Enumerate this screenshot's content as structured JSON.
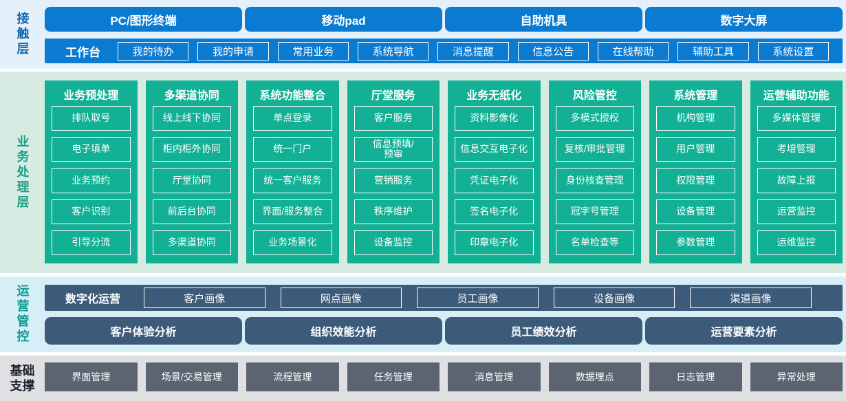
{
  "colors": {
    "accent_blue": "#0b7ad1",
    "accent_green": "#12b094",
    "accent_slate": "#3c5b7b",
    "accent_gray": "#5b6470",
    "band_contact_bg": "#e4f1fb",
    "band_business_bg": "#d8ebe3",
    "band_ops_bg": "#d6eef6",
    "band_foundation_bg": "#dfe0e2"
  },
  "contact_layer": {
    "label": "接触层",
    "terminals": [
      "PC/图形终端",
      "移动pad",
      "自助机具",
      "数字大屏"
    ],
    "workbench": {
      "label": "工作台",
      "items": [
        "我的待办",
        "我的申请",
        "常用业务",
        "系统导航",
        "消息提醒",
        "信息公告",
        "在线帮助",
        "辅助工具",
        "系统设置"
      ]
    }
  },
  "business_layer": {
    "label": "业务处理层",
    "columns": [
      {
        "title": "业务预处理",
        "items": [
          "排队取号",
          "电子填单",
          "业务预约",
          "客户识别",
          "引导分流"
        ]
      },
      {
        "title": "多渠道协同",
        "items": [
          "线上线下协同",
          "柜内柜外协同",
          "厅堂协同",
          "前后台协同",
          "多渠道协同"
        ]
      },
      {
        "title": "系统功能整合",
        "items": [
          "单点登录",
          "统一门户",
          "统一客户服务",
          "界面/服务整合",
          "业务场景化"
        ]
      },
      {
        "title": "厅堂服务",
        "items": [
          "客户服务",
          "信息预填/\n预审",
          "营销服务",
          "秩序维护",
          "设备监控"
        ]
      },
      {
        "title": "业务无纸化",
        "items": [
          "资料影像化",
          "信息交互电子化",
          "凭证电子化",
          "签名电子化",
          "印章电子化"
        ]
      },
      {
        "title": "风险管控",
        "items": [
          "多模式授权",
          "复核/审批管理",
          "身份核查管理",
          "冠字号管理",
          "名单检查等"
        ]
      },
      {
        "title": "系统管理",
        "items": [
          "机构管理",
          "用户管理",
          "权限管理",
          "设备管理",
          "参数管理"
        ]
      },
      {
        "title": "运营辅助功能",
        "items": [
          "多媒体管理",
          "考培管理",
          "故障上报",
          "运营监控",
          "运维监控"
        ]
      }
    ]
  },
  "operations_layer": {
    "label": "运营管控",
    "digital_ops": {
      "label": "数字化运营",
      "items": [
        "客户画像",
        "网点画像",
        "员工画像",
        "设备画像",
        "渠道画像"
      ]
    },
    "analysis": [
      "客户体验分析",
      "组织效能分析",
      "员工绩效分析",
      "运营要素分析"
    ]
  },
  "foundation_layer": {
    "label": "基础支撑",
    "items": [
      "界面管理",
      "场景/交易管理",
      "流程管理",
      "任务管理",
      "消息管理",
      "数据埋点",
      "日志管理",
      "异常处理"
    ]
  }
}
